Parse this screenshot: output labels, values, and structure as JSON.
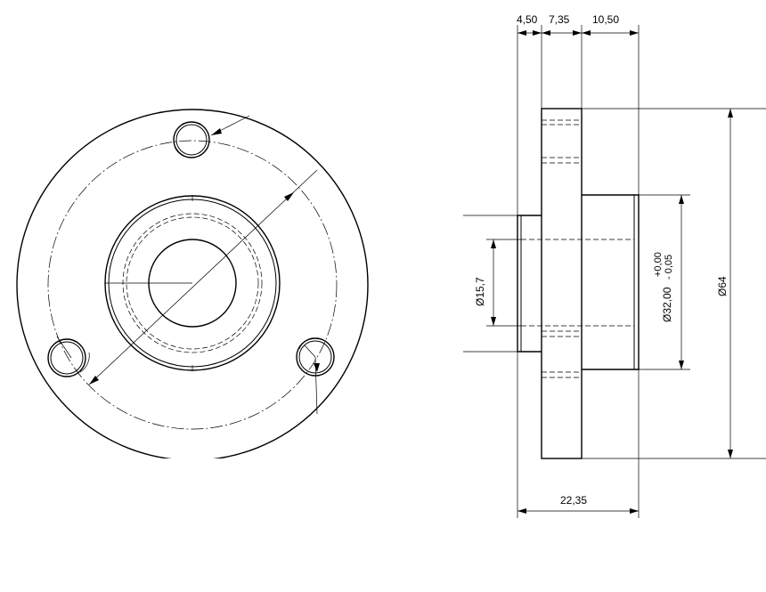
{
  "dimensions": {
    "top_1": "4,50",
    "top_2": "7,35",
    "top_3": "10,50",
    "bottom_total": "22,35",
    "bore_diameter": "Ø15,7",
    "hub_diameter_main": "Ø32,00",
    "hub_tol_upper": "+0,00",
    "hub_tol_lower": "- 0,05",
    "flange_diameter": "Ø64"
  }
}
